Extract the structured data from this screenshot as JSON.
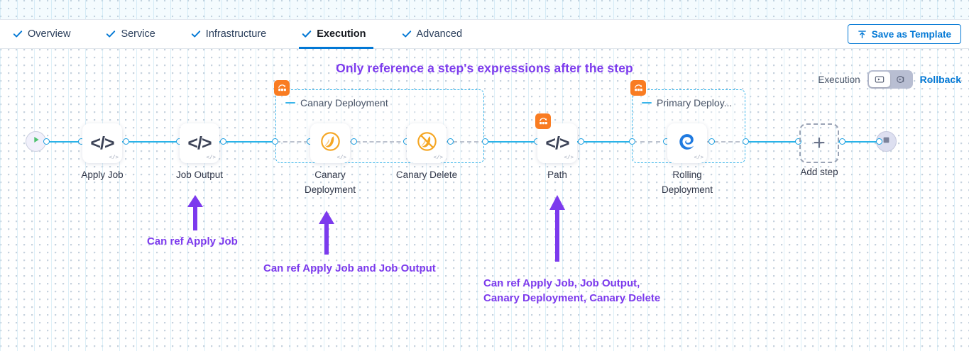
{
  "tabs": [
    {
      "label": "Overview",
      "icon": "check-icon",
      "active": false
    },
    {
      "label": "Service",
      "icon": "check-icon",
      "active": false
    },
    {
      "label": "Infrastructure",
      "icon": "check-icon",
      "active": false
    },
    {
      "label": "Execution",
      "icon": "check-icon",
      "active": true
    },
    {
      "label": "Advanced",
      "icon": "check-icon",
      "active": false
    }
  ],
  "toolbar": {
    "save_template_label": "Save as Template",
    "save_template_icon": "upload-template-icon"
  },
  "headline": "Only reference a step's expressions after the step",
  "execution_control": {
    "label": "Execution",
    "segment_left_icon": "execution-view-icon",
    "segment_right_icon": "rollback-view-icon",
    "selected": "execution",
    "rollback_label": "Rollback"
  },
  "pipeline": {
    "start_node": {
      "name": "start-node",
      "icon": "play-icon"
    },
    "end_node": {
      "name": "end-node",
      "icon": "stop-icon"
    },
    "add_step": {
      "label": "Add step",
      "icon": "plus-icon"
    },
    "steps": [
      {
        "id": "apply-job",
        "label": "Apply Job",
        "icon": "code-icon",
        "badge": "</>"
      },
      {
        "id": "job-output",
        "label": "Job Output",
        "icon": "code-icon",
        "badge": "</>"
      },
      {
        "id": "canary-deployment",
        "label": "Canary Deployment",
        "icon": "canary-bird-icon",
        "badge": "</>"
      },
      {
        "id": "canary-delete",
        "label": "Canary Delete",
        "icon": "canary-delete-icon",
        "badge": "</>"
      },
      {
        "id": "path",
        "label": "Path",
        "icon": "code-icon",
        "badge": "</>"
      },
      {
        "id": "rolling-deployment",
        "label": "Rolling Deployment",
        "icon": "rolling-swirl-icon",
        "badge": "</>"
      }
    ],
    "groups": [
      {
        "id": "canary-deployment-group",
        "label": "Canary Deployment",
        "badge_icon": "step-group-icon"
      },
      {
        "id": "primary-deployment-group",
        "label": "Primary Deploy...",
        "badge_icon": "step-group-icon"
      }
    ]
  },
  "annotations": [
    {
      "id": "ann-apply-job",
      "text": "Can ref Apply Job"
    },
    {
      "id": "ann-canary",
      "text": "Can ref Apply Job and Job Output"
    },
    {
      "id": "ann-path",
      "text": "Can ref Apply Job, Job Output,\nCanary Deployment, Canary Delete"
    }
  ],
  "colors": {
    "accent_blue": "#0278d5",
    "wire_blue": "#2ab3e8",
    "annotation_purple": "#7c3aed",
    "group_orange": "#f97c22",
    "canary_orange": "#f5a623",
    "rolling_blue": "#1f7ae0"
  }
}
